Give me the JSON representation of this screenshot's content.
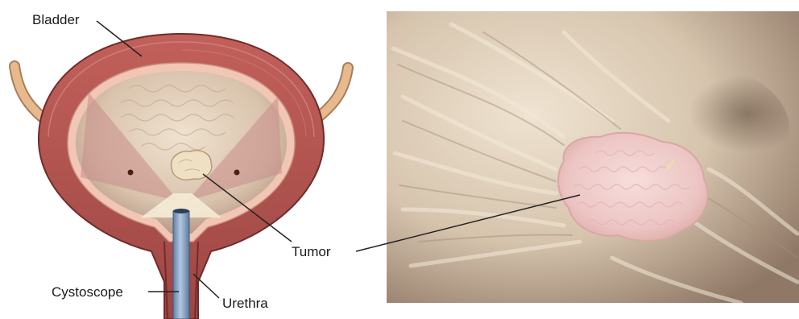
{
  "labels": {
    "bladder": "Bladder",
    "tumor": "Tumor",
    "cystoscope": "Cystoscope",
    "urethra": "Urethra"
  },
  "colors": {
    "bladder_wall": "#b5524f",
    "bladder_wall_dark": "#8e3a38",
    "bladder_lining": "#f2c6b4",
    "bladder_interior": "#e9d7c2",
    "ureter": "#e8b98c",
    "tumor": "#efe0c4",
    "cystoscope": "#7f9ec4",
    "photo_base": "#d8c8b2",
    "photo_tumor": "#f1d2d0",
    "leader_line": "#222222"
  }
}
